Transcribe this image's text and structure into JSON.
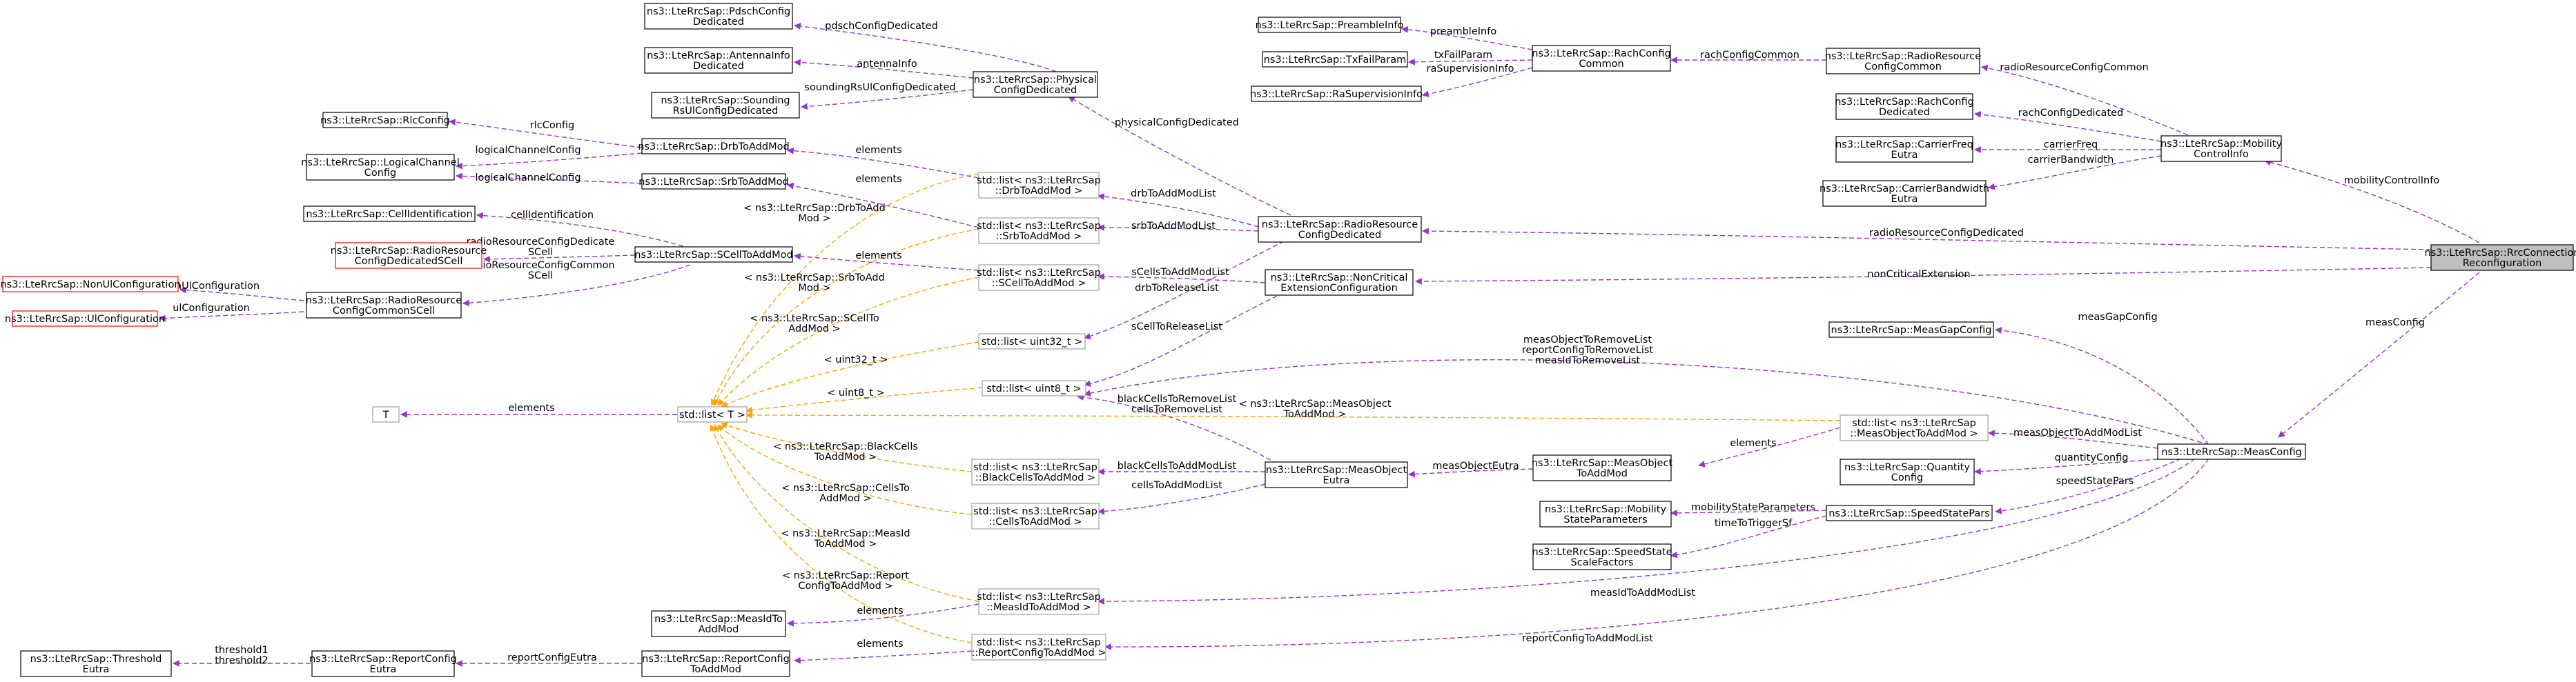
{
  "nodes": {
    "PdschConfigDedicated": [
      "ns3::LteRrcSap::PdschConfig",
      "Dedicated"
    ],
    "AntennaInfoDedicated": [
      "ns3::LteRrcSap::AntennaInfo",
      "Dedicated"
    ],
    "SoundingRsUlConfigDedicated": [
      "ns3::LteRrcSap::Sounding",
      "RsUlConfigDedicated"
    ],
    "PhysicalConfigDedicated": [
      "ns3::LteRrcSap::Physical",
      "ConfigDedicated"
    ],
    "RlcConfig": [
      "ns3::LteRrcSap::RlcConfig"
    ],
    "LogicalChannelConfig": [
      "ns3::LteRrcSap::LogicalChannel",
      "Config"
    ],
    "DrbToAddMod": [
      "ns3::LteRrcSap::DrbToAddMod"
    ],
    "SrbToAddMod": [
      "ns3::LteRrcSap::SrbToAddMod"
    ],
    "CellIdentification": [
      "ns3::LteRrcSap::CellIdentification"
    ],
    "RadioResourceConfigDedicatedSCell": [
      "ns3::LteRrcSap::RadioResource",
      "ConfigDedicatedSCell"
    ],
    "SCellToAddMod": [
      "ns3::LteRrcSap::SCellToAddMod"
    ],
    "NonUlConfiguration": [
      "ns3::LteRrcSap::NonUlConfiguration"
    ],
    "UlConfiguration": [
      "ns3::LteRrcSap::UlConfiguration"
    ],
    "RadioResourceConfigCommonSCell": [
      "ns3::LteRrcSap::RadioResource",
      "ConfigCommonSCell"
    ],
    "T": [
      "T"
    ],
    "StdList": [
      "std::list< T >"
    ],
    "ListDrb": [
      "std::list< ns3::LteRrcSap",
      "::DrbToAddMod >"
    ],
    "ListSrb": [
      "std::list< ns3::LteRrcSap",
      "::SrbToAddMod >"
    ],
    "ListSCell": [
      "std::list< ns3::LteRrcSap",
      "::SCellToAddMod >"
    ],
    "ListUint32": [
      "std::list< uint32_t >"
    ],
    "ListUint8": [
      "std::list< uint8_t >"
    ],
    "ListBlackCells": [
      "std::list< ns3::LteRrcSap",
      "::BlackCellsToAddMod >"
    ],
    "ListCells": [
      "std::list< ns3::LteRrcSap",
      "::CellsToAddMod >"
    ],
    "ListMeasId": [
      "std::list< ns3::LteRrcSap",
      "::MeasIdToAddMod >"
    ],
    "ListReportConfig": [
      "std::list< ns3::LteRrcSap",
      "::ReportConfigToAddMod >"
    ],
    "MeasIdToAddMod": [
      "ns3::LteRrcSap::MeasIdTo",
      "AddMod"
    ],
    "ReportConfigToAddMod": [
      "ns3::LteRrcSap::ReportConfig",
      "ToAddMod"
    ],
    "ReportConfigEutra": [
      "ns3::LteRrcSap::ReportConfig",
      "Eutra"
    ],
    "ThresholdEutra": [
      "ns3::LteRrcSap::Threshold",
      "Eutra"
    ],
    "RadioResourceConfigDedicated": [
      "ns3::LteRrcSap::RadioResource",
      "ConfigDedicated"
    ],
    "NonCriticalExtensionConfiguration": [
      "ns3::LteRrcSap::NonCritical",
      "ExtensionConfiguration"
    ],
    "MeasObjectEutra": [
      "ns3::LteRrcSap::MeasObject",
      "Eutra"
    ],
    "PreambleInfo": [
      "ns3::LteRrcSap::PreambleInfo"
    ],
    "TxFailParam": [
      "ns3::LteRrcSap::TxFailParam"
    ],
    "RaSupervisionInfo": [
      "ns3::LteRrcSap::RaSupervisionInfo"
    ],
    "RachConfigCommon": [
      "ns3::LteRrcSap::RachConfig",
      "Common"
    ],
    "RadioResourceConfigCommon": [
      "ns3::LteRrcSap::RadioResource",
      "ConfigCommon"
    ],
    "RachConfigDedicated": [
      "ns3::LteRrcSap::RachConfig",
      "Dedicated"
    ],
    "CarrierFreqEutra": [
      "ns3::LteRrcSap::CarrierFreq",
      "Eutra"
    ],
    "CarrierBandwidthEutra": [
      "ns3::LteRrcSap::CarrierBandwidth",
      "Eutra"
    ],
    "MobilityControlInfo": [
      "ns3::LteRrcSap::Mobility",
      "ControlInfo"
    ],
    "RrcConnectionReconfiguration": [
      "ns3::LteRrcSap::RrcConnection",
      "Reconfiguration"
    ],
    "MeasGapConfig": [
      "ns3::LteRrcSap::MeasGapConfig"
    ],
    "ListMeasObject": [
      "std::list< ns3::LteRrcSap",
      "::MeasObjectToAddMod >"
    ],
    "MeasObjectToAddMod": [
      "ns3::LteRrcSap::MeasObject",
      "ToAddMod"
    ],
    "MobilityStateParameters": [
      "ns3::LteRrcSap::Mobility",
      "StateParameters"
    ],
    "SpeedStateScaleFactors": [
      "ns3::LteRrcSap::SpeedState",
      "ScaleFactors"
    ],
    "QuantityConfig": [
      "ns3::LteRrcSap::Quantity",
      "Config"
    ],
    "SpeedStatePars": [
      "ns3::LteRrcSap::SpeedStatePars"
    ],
    "MeasConfig": [
      "ns3::LteRrcSap::MeasConfig"
    ]
  },
  "edges": {
    "pdschConfigDedicated": [
      "pdschConfigDedicated"
    ],
    "antennaInfo": [
      "antennaInfo"
    ],
    "soundingRsUlConfigDedicated": [
      "soundingRsUlConfigDedicated"
    ],
    "rlcConfig": [
      "rlcConfig"
    ],
    "logicalChannelConfig1": [
      "logicalChannelConfig"
    ],
    "logicalChannelConfig2": [
      "logicalChannelConfig"
    ],
    "cellIdentification": [
      "cellIdentification"
    ],
    "radioResourceConfigDedicateSCell": [
      "radioResourceConfigDedicate",
      "SCell"
    ],
    "radioResourceConfigCommonSCell": [
      "radioResourceConfigCommon",
      "SCell"
    ],
    "nonUlConfiguration": [
      "nonUlConfiguration"
    ],
    "ulConfiguration": [
      "ulConfiguration"
    ],
    "elementsT": [
      "elements"
    ],
    "elementsDrb": [
      "elements"
    ],
    "elementsSrb": [
      "elements"
    ],
    "elementsSCell": [
      "elements"
    ],
    "elementsMeasObject": [
      "elements"
    ],
    "elementsMeasId": [
      "elements"
    ],
    "elementsReportConfig": [
      "elements"
    ],
    "tmplDrb": [
      "< ns3::LteRrcSap::DrbToAdd",
      "Mod >"
    ],
    "tmplSrb": [
      "< ns3::LteRrcSap::SrbToAdd",
      "Mod >"
    ],
    "tmplSCell": [
      "< ns3::LteRrcSap::SCellTo",
      "AddMod >"
    ],
    "tmplUint32": [
      "< uint32_t >"
    ],
    "tmplUint8": [
      "< uint8_t >"
    ],
    "tmplMeasObject": [
      "< ns3::LteRrcSap::MeasObject",
      "ToAddMod >"
    ],
    "tmplBlackCells": [
      "< ns3::LteRrcSap::BlackCells",
      "ToAddMod >"
    ],
    "tmplCells": [
      "< ns3::LteRrcSap::CellsTo",
      "AddMod >"
    ],
    "tmplMeasId": [
      "< ns3::LteRrcSap::MeasId",
      "ToAddMod >"
    ],
    "tmplReportConfig": [
      "< ns3::LteRrcSap::Report",
      "ConfigToAddMod >"
    ],
    "physicalConfigDedicated": [
      "physicalConfigDedicated"
    ],
    "drbToAddModList": [
      "drbToAddModList"
    ],
    "srbToAddModList": [
      "srbToAddModList"
    ],
    "sCellsToAddModList": [
      "sCellsToAddModList"
    ],
    "drbToReleaseList": [
      "drbToReleaseList"
    ],
    "sCellToReleaseList": [
      "sCellToReleaseList"
    ],
    "blackCellsToRemoveList": [
      "blackCellsToRemoveList",
      "cellsToRemoveList"
    ],
    "blackCellsToAddModList": [
      "blackCellsToAddModList"
    ],
    "cellsToAddModList": [
      "cellsToAddModList"
    ],
    "measObjectEutra": [
      "measObjectEutra"
    ],
    "reportConfigEutra": [
      "reportConfigEutra"
    ],
    "threshold": [
      "threshold1",
      "threshold2"
    ],
    "preambleInfo": [
      "preambleInfo"
    ],
    "txFailParam": [
      "txFailParam"
    ],
    "raSupervisionInfo": [
      "raSupervisionInfo"
    ],
    "rachConfigCommon": [
      "rachConfigCommon"
    ],
    "radioResourceConfigCommon": [
      "radioResourceConfigCommon"
    ],
    "rachConfigDedicated": [
      "rachConfigDedicated"
    ],
    "carrierFreq": [
      "carrierFreq"
    ],
    "carrierBandwidth": [
      "carrierBandwidth"
    ],
    "mobilityControlInfo": [
      "mobilityControlInfo"
    ],
    "radioResourceConfigDedicated": [
      "radioResourceConfigDedicated"
    ],
    "nonCriticalExtension": [
      "nonCriticalExtension"
    ],
    "measConfig": [
      "measConfig"
    ],
    "measGapConfig": [
      "measGapConfig"
    ],
    "measRemoveLists": [
      "measObjectToRemoveList",
      "reportConfigToRemoveList",
      "measIdToRemoveList"
    ],
    "measObjectToAddModList": [
      "measObjectToAddModList"
    ],
    "quantityConfig": [
      "quantityConfig"
    ],
    "speedStatePars": [
      "speedStatePars"
    ],
    "mobilityStateParameters": [
      "mobilityStateParameters"
    ],
    "timeToTriggerSf": [
      "timeToTriggerSf"
    ],
    "measIdToAddModList": [
      "measIdToAddModList"
    ],
    "reportConfigToAddModList": [
      "reportConfigToAddModList"
    ]
  },
  "colors": {
    "member_edge": "#9a32cd",
    "template_edge": "#ffa500",
    "root_fill": "#bfbfbf",
    "undocumented_border": "#ff0000",
    "template_border": "#a0a0a0"
  }
}
